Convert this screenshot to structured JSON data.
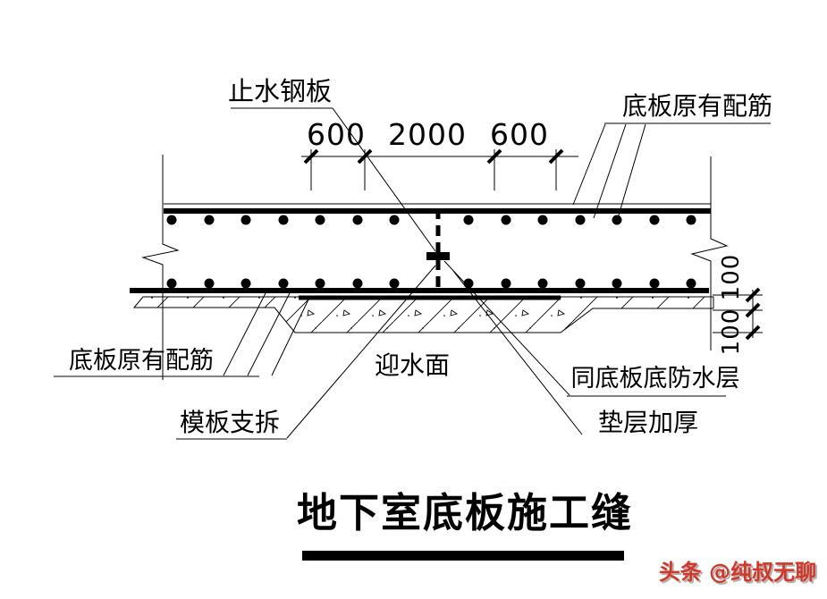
{
  "figure": {
    "callouts": {
      "waterstop_plate": "止水钢板",
      "existing_rebar_top": "底板原有配筋",
      "existing_rebar_bottom": "底板原有配筋",
      "formwork_support_removal": "模板支拆",
      "water_facing_surface": "迎水面",
      "waterproofing_same_as_slab": "同底板底防水层",
      "cushion_thickening": "垫层加厚"
    },
    "dimensions": {
      "top": {
        "segments": [
          "600",
          "2000",
          "600"
        ]
      },
      "right": {
        "segments": [
          "100",
          "100"
        ]
      }
    },
    "title": "地下室底板施工缝",
    "watermark": "头条 @纯叔无聊"
  },
  "colors": {
    "line": "#000000",
    "background": "#ffffff",
    "watermark_red": "#cf382b"
  }
}
